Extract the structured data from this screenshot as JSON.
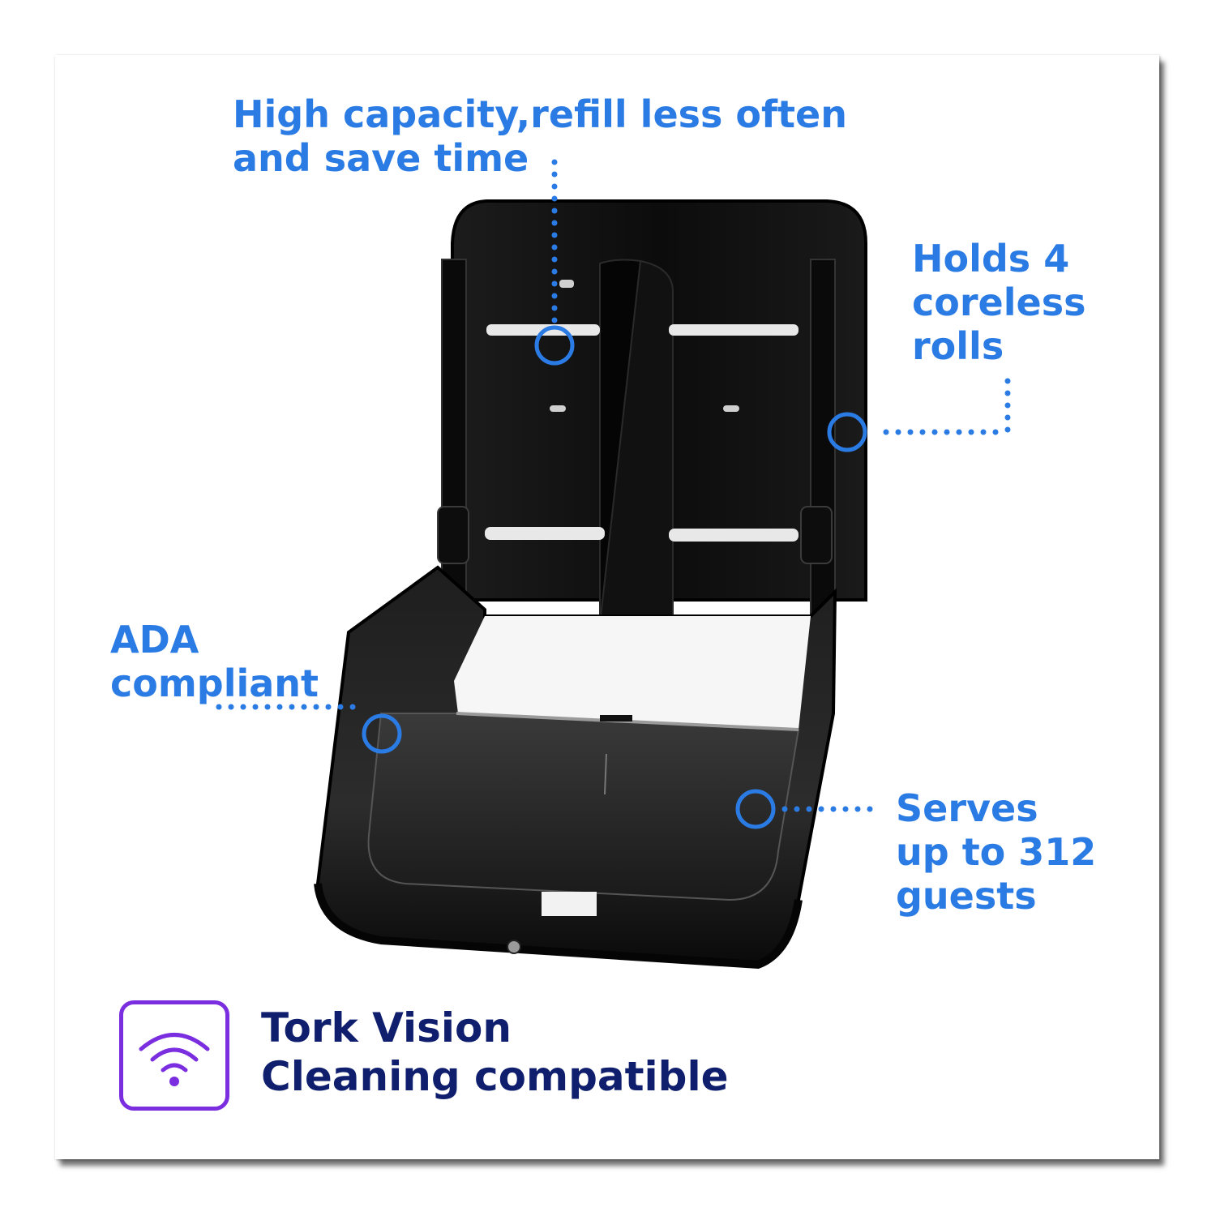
{
  "colors": {
    "callout_blue": "#2b7be4",
    "brand_navy": "#0f1f6e",
    "badge_purple": "#7b2ee0",
    "dispenser_black": "#141414"
  },
  "callouts": {
    "top": "High capacity,refill less often\nand save time",
    "right": "Holds 4\ncoreless\nrolls",
    "left": "ADA\ncompliant",
    "bottom_right": "Serves\nup to 312\nguests"
  },
  "badge": {
    "icon": "wifi-signal-icon",
    "line1": "Tork Vision",
    "line2": "Cleaning compatible"
  }
}
